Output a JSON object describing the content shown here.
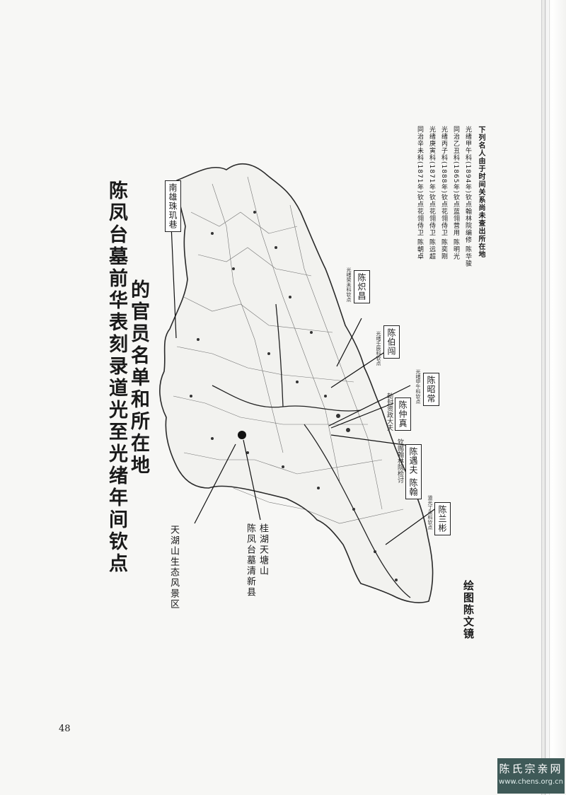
{
  "document": {
    "title_line1": "陈凤台墓前华表刻录道光至光绪年间钦点",
    "title_line2": "的官员名单和所在地",
    "page_number": "48",
    "author_credit": "绘图陈文镜"
  },
  "locations": {
    "tianhu": "天湖山生态风景区",
    "tomb_line1": "陈凤台墓清新县",
    "tomb_line2": "桂湖天塘山",
    "nanxiong": "南雄珠玑巷"
  },
  "officials": [
    {
      "name": "陈炽昌",
      "note": "光绪癸未科钦点"
    },
    {
      "name": "陈伯闯",
      "note": "光绪壬辰科钦点"
    },
    {
      "name": "陈昭常",
      "note": "光绪甲午科钦点"
    },
    {
      "name": "陈仲真",
      "note": "勅封资政大夫"
    },
    {
      "name": "陈遇夫 陈翰",
      "note": "钦赐翰林院检讨"
    },
    {
      "name": "陈兰彬",
      "note": "道光丁未科钦点"
    }
  ],
  "notes": {
    "heading": "下列名人由于时间关系尚未查出所在地",
    "items": [
      "光绪甲午科(1894年)钦点翰林院编修 陈华骏",
      "同治乙丑科(1865年)钦点蓝翎营用 陈明光",
      "光绪丙子科(1888年)钦点花翎侍卫 陈奕刚",
      "光绪庚寅科(1871年)钦点花翎侍卫 陈远超",
      "同治辛未科(1871年)钦点花翎侍卫 陈朝卓"
    ]
  },
  "watermark": {
    "name": "陈氏宗亲网",
    "url": "www.chens.org.cn"
  },
  "colors": {
    "ink": "#1a1a1a",
    "paper": "#f7f7f5",
    "watermark_bg": "#3f5a58"
  }
}
